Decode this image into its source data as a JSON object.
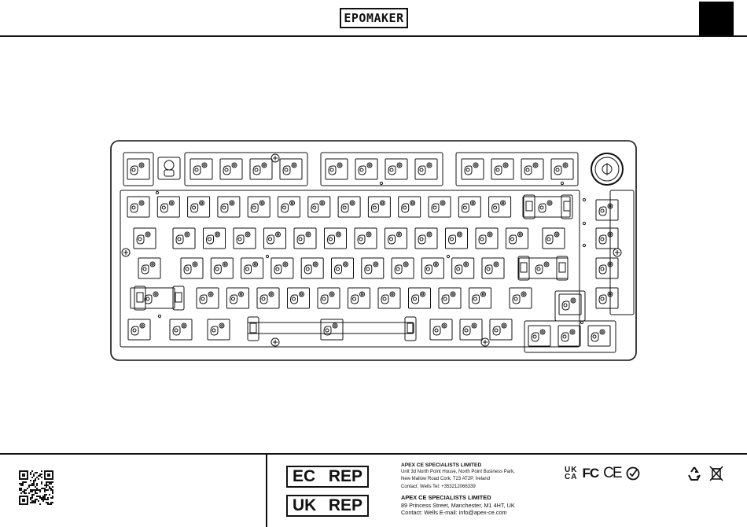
{
  "header": {
    "logo_text": "EPOMAKER"
  },
  "footer": {
    "ec_rep": {
      "left": "EC",
      "right": "REP"
    },
    "uk_rep": {
      "left": "UK",
      "right": "REP"
    },
    "ec_info": {
      "company": "APEX CE SPECIALISTS LIMITED",
      "address_1": "Unit 3d North Point House, North Point Business Park,",
      "address_2": "New Mallow Road Cork, T23 AT2P, Ireland",
      "contact": "Contact: Wells     Tel: +353212066339"
    },
    "uk_info": {
      "company": "APEX CE SPECIALISTS LIMITED",
      "address_1": "89 Princess Street, Manchester, M1 4HT, UK",
      "contact": "Contact: Wells          E-mail: info@apex-ce.com"
    },
    "marks": {
      "ukca_top": "UK",
      "ukca_bottom": "CA",
      "fc": "FC",
      "ce": "CE",
      "rohs_icon": "check-circle-icon",
      "recycle_icon": "recycle-icon",
      "weee_icon": "crossed-bin-icon"
    }
  },
  "colors": {
    "ink": "#111111",
    "background": "#ffffff"
  }
}
